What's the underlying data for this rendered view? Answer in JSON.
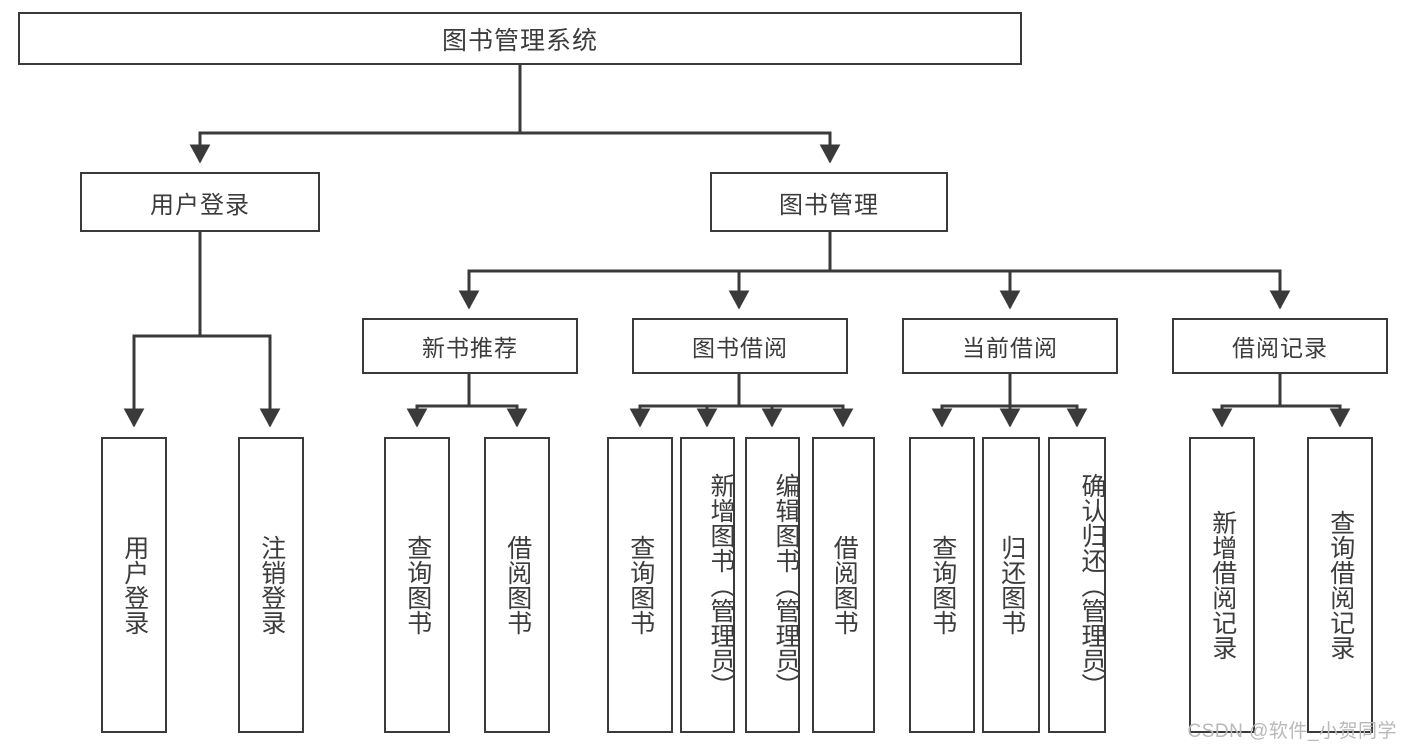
{
  "diagram": {
    "title": "图书管理系统",
    "type": "tree",
    "orientation": "top-down",
    "colors": {
      "background": "#ffffff",
      "node_border": "#3a3a3a",
      "node_fill": "#ffffff",
      "text": "#3c3c3c",
      "edge": "#3a3a3a",
      "watermark": "#b9b9b9"
    }
  },
  "watermark": {
    "text": "CSDN @软件_小贺同学"
  },
  "root": {
    "id": "root",
    "label": "图书管理系统"
  },
  "level1": [
    {
      "id": "user-login",
      "label": "用户登录"
    },
    {
      "id": "book-management",
      "label": "图书管理"
    }
  ],
  "level2": [
    {
      "id": "new-book-recommend",
      "label": "新书推荐",
      "parent": "book-management"
    },
    {
      "id": "book-borrow",
      "label": "图书借阅",
      "parent": "book-management"
    },
    {
      "id": "current-borrow",
      "label": "当前借阅",
      "parent": "book-management"
    },
    {
      "id": "borrow-record",
      "label": "借阅记录",
      "parent": "book-management"
    }
  ],
  "leaves": {
    "user_login": [
      {
        "id": "leaf-user-login",
        "label": "用户登录"
      },
      {
        "id": "leaf-user-logout",
        "label": "注销登录"
      }
    ],
    "new_book_recommend": [
      {
        "id": "leaf-query-book-1",
        "label": "查询图书"
      },
      {
        "id": "leaf-borrow-book-1",
        "label": "借阅图书"
      }
    ],
    "book_borrow": [
      {
        "id": "leaf-query-book-2",
        "label": "查询图书"
      },
      {
        "id": "leaf-add-book",
        "label": "新增图书（管理员）"
      },
      {
        "id": "leaf-edit-book",
        "label": "编辑图书（管理员）"
      },
      {
        "id": "leaf-borrow-book-2",
        "label": "借阅图书"
      }
    ],
    "current_borrow": [
      {
        "id": "leaf-query-book-3",
        "label": "查询图书"
      },
      {
        "id": "leaf-return-book",
        "label": "归还图书"
      },
      {
        "id": "leaf-confirm-return",
        "label": "确认归还（管理员）"
      }
    ],
    "borrow_record": [
      {
        "id": "leaf-add-record",
        "label": "新增借阅记录"
      },
      {
        "id": "leaf-query-record",
        "label": "查询借阅记录"
      }
    ]
  }
}
